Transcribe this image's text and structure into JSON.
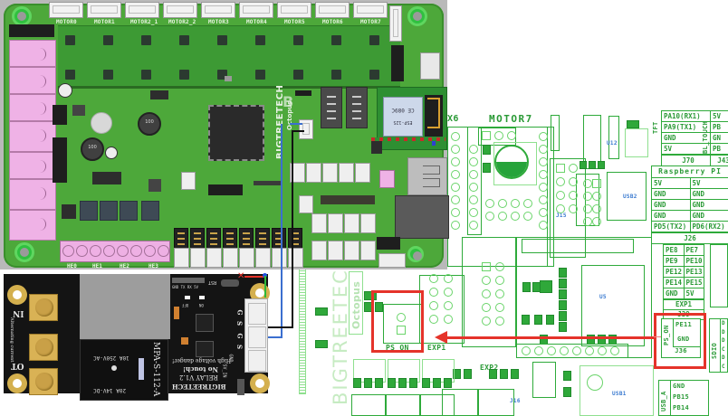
{
  "board": {
    "motor_labels": [
      "MOTOR0",
      "MOTOR1",
      "MOTOR2_1",
      "MOTOR2_2",
      "MOTOR3",
      "MOTOR4",
      "MOTOR5",
      "MOTOR6",
      "MOTOR7"
    ],
    "heater_labels": [
      "HE0",
      "HE1",
      "HE2",
      "HE3"
    ],
    "brand_text": "BIGTREETECH",
    "model_text": "Octopus",
    "inductor_label": "100",
    "esp_text": "ESP-12S",
    "esp_ce": "CE 089C",
    "conn_labels": [
      "PS_ON",
      "EXP1",
      "EXP2"
    ]
  },
  "relay": {
    "brand": "BIGTREETECH",
    "version": "RELAY V1.2",
    "warning_1": "No touch!",
    "warning_2": "High voltage danger!",
    "relay_model": "MPA-S-112-A",
    "rating_ac": "10A 250V-AC",
    "rating_dc": "20A 14V-DC",
    "terminal_in": "IN",
    "terminal_out": "OT",
    "side_text": "Alternating current",
    "pin_labels": [
      "G",
      "S",
      "G",
      "S",
      "GND",
      "5V_IN"
    ],
    "led_labels": [
      "OFF",
      "ON"
    ],
    "rst_label": "RST"
  },
  "schematic": {
    "motor_label": "MOTOR7",
    "motor_left_label": "X6",
    "brand_text": "BIGTREETECH",
    "model_text": "Octopus",
    "ps_on_label": "PS_ON",
    "exp1_label": "EXP1",
    "exp2_label": "EXP2",
    "tft_header": {
      "side": "TFT",
      "rows": [
        "PA10(RX1)",
        "PA9(TX1)",
        "GND",
        "5V"
      ],
      "caption": "J70"
    },
    "bl_touch_header": {
      "side": "BL_TOUCH",
      "rows": [
        "5V",
        "PB",
        "GN",
        "PB"
      ],
      "caption": "J43"
    },
    "raspberry_pi": {
      "title": "Raspberry PI",
      "rows": [
        [
          "5V",
          "5V"
        ],
        [
          "GND",
          "GND"
        ],
        [
          "GND",
          "GND"
        ],
        [
          "GND",
          "GND"
        ],
        [
          "PD5(TX2)",
          "PD6(RX2)"
        ]
      ],
      "caption": "J26"
    },
    "exp1_header": {
      "rows": [
        [
          "PE8",
          "PE7"
        ],
        [
          "PE9",
          "PE10"
        ],
        [
          "PE12",
          "PE13"
        ],
        [
          "PE14",
          "PE15"
        ],
        [
          "GND",
          "5V"
        ]
      ],
      "caption_1": "EXP1",
      "caption_2": "J39"
    },
    "ps_on_header": {
      "side": "PS_ON",
      "rows": [
        "PE11",
        "GND"
      ],
      "caption": "J36"
    },
    "sdio_header": {
      "side": "SDIO",
      "rows": [
        "D",
        "D",
        "D",
        "C",
        "D",
        "C"
      ]
    },
    "usb_a_header": {
      "side": "USB_A",
      "rows": [
        "GND",
        "PB15",
        "PB14"
      ]
    },
    "chip_labels": [
      "U12",
      "USB2",
      "U5",
      "USB1",
      "J15",
      "J16"
    ]
  },
  "colors": {
    "pcb_green": "#4da83a",
    "schematic_green": "#2eaa3a",
    "highlight_red": "#e5332a",
    "wire_blue": "#3b6fd0",
    "terminal_pink": "#efb2e6"
  }
}
